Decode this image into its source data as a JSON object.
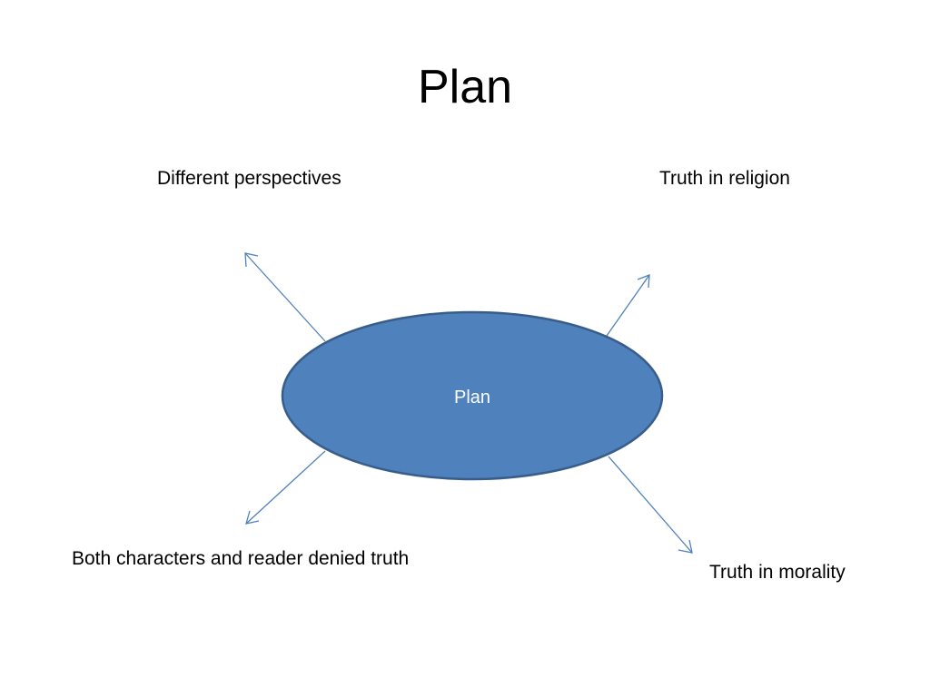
{
  "slide": {
    "title": "Plan"
  },
  "diagram": {
    "center_label": "Plan",
    "branches": [
      {
        "id": "perspectives",
        "label": "Different perspectives"
      },
      {
        "id": "religion",
        "label": "Truth in religion"
      },
      {
        "id": "denied",
        "label": "Both characters and reader denied truth"
      },
      {
        "id": "morality",
        "label": "Truth in morality"
      }
    ]
  },
  "colors": {
    "ellipse_fill": "#4F81BD",
    "ellipse_stroke": "#385D8A",
    "arrow": "#4F81BD",
    "center_text": "#FFFFFF"
  }
}
